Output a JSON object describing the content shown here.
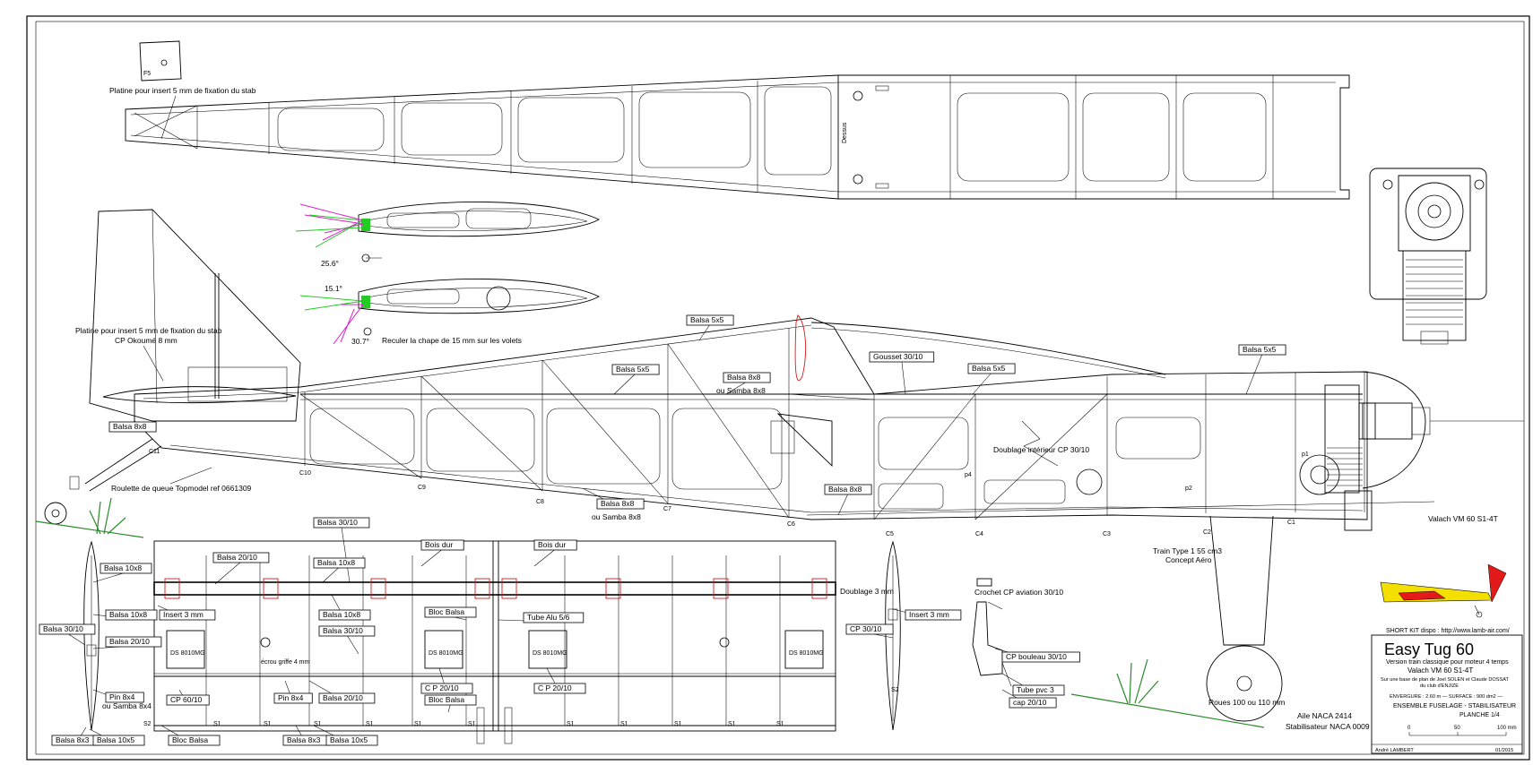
{
  "title_block": {
    "model": "Easy Tug 60",
    "desc1": "Version train classique pour moteur 4 temps",
    "desc2": "Valach VM 60 S1-4T",
    "credit1": "Sur une base de plan de Joel SOLEN et Claude DOSSAT",
    "credit2": "du club d'ENJIZE",
    "specs": "ENVERGURE : 2.60 m  —  SURFACE : 900 dm2  —",
    "section": "ENSEMBLE FUSELAGE - STABILISATEUR",
    "sheet": "PLANCHE 1/4",
    "scale_0": "0",
    "scale_50": "50",
    "scale_100": "100 mm",
    "author": "André LAMBERT",
    "date": "01/2015",
    "website": "SHORT KIT dispo : http://www.lamb-air.com/"
  },
  "notes": {
    "f5": "F5",
    "platine_top": "Platine pour insert 5 mm de fixation du stab",
    "platine_left_1": "Platine pour insert 5 mm de fixation du stab",
    "platine_left_2": "CP Okoumé 8 mm",
    "reculer": "Reculer la chape de 15 mm sur les volets",
    "angle1": "25.6°",
    "angle2": "15.1°",
    "angle3": "30.7°",
    "dessus": "Dessus",
    "doublage_int": "Doublage intérieur CP 30/10",
    "roulette": "Roulette de queue Topmodel ref 0661309",
    "ou_samba_1": "ou Samba 8x8",
    "ou_samba_2": "ou Samba 8x8",
    "ou_samba_3": "ou Samba 8x4",
    "engine": "Valach VM 60 S1-4T",
    "train_1": "Train Type 1 55 cm3",
    "train_2": "Concept Aéro",
    "roues": "Roues 100 ou 110 mm",
    "aile": "Aile NACA 2414",
    "stab": "Stabilisateur NACA 0009",
    "crochet": "Crochet  CP aviation 30/10",
    "doublage_3": "Doublage 3 mm",
    "ecrou": "écrou griffe 4 mm",
    "servo": "DS 8010MG"
  },
  "boxed_labels": {
    "balsa5x5_a": "Balsa 5x5",
    "balsa5x5_b": "Balsa 5x5",
    "balsa5x5_c": "Balsa 5x5",
    "balsa5x5_d": "Balsa 5x5",
    "balsa8x8_a": "Balsa 8x8",
    "balsa8x8_b": "Balsa 8x8",
    "balsa8x8_c": "Balsa 8x8",
    "balsa8x8_d": "Balsa 8x8",
    "gousset": "Gousset 30/10",
    "balsa30_10_top": "Balsa 30/10",
    "balsa20_10_a": "Balsa 20/10",
    "balsa10x8_a": "Balsa 10x8",
    "balsa10x8_b": "Balsa 10x8",
    "bois_dur_a": "Bois dur",
    "bois_dur_b": "Bois dur",
    "insert_a": "Insert 3 mm",
    "insert_b": "Insert 3 mm",
    "balsa30_10_mid": "Balsa 30/10",
    "bloc_balsa_a": "Bloc Balsa",
    "bloc_balsa_b": "Bloc Balsa",
    "bloc_balsa_c": "Bloc Balsa",
    "tube_alu": "Tube Alu 5/6",
    "cp20_10_a": "C P  20/10",
    "cp20_10_b": "C P  20/10",
    "cp60_10": "CP 60/10",
    "pin8x4_a": "Pin 8x4",
    "pin8x4_b": "Pin 8x4",
    "balsa20_10_b": "Balsa 20/10",
    "balsa20_10_c": "Balsa 20/10",
    "balsa8x3_a": "Balsa 8x3",
    "balsa10x5_a": "Balsa 10x5",
    "balsa8x3_b": "Balsa 8x3",
    "balsa10x5_b": "Balsa 10x5",
    "balsa10x8_c": "Balsa 10x8",
    "balsa10x8_d": "Balsa 10x8",
    "balsa30_10_left": "Balsa 30/10",
    "cp30_10": "CP  30/10",
    "cp_bouleau": "CP bouleau 30/10",
    "tube_pvc": "Tube pvc 3",
    "cap20_10": "cap 20/10"
  },
  "stations": {
    "c1": "C1",
    "c2": "C2",
    "c3": "C3",
    "c4": "C4",
    "c5": "C5",
    "c6": "C6",
    "c7": "C7",
    "c8": "C8",
    "c9": "C9",
    "c10": "C10",
    "c11": "C11",
    "p1": "p1",
    "p2": "p2",
    "p4": "p4",
    "s1": "S1",
    "s2": "S2"
  },
  "colors": {
    "line": "#000000",
    "red": "#d81a1a",
    "magenta": "#e020d0",
    "green": "#22cc22",
    "grass": "#2a8a2a"
  }
}
